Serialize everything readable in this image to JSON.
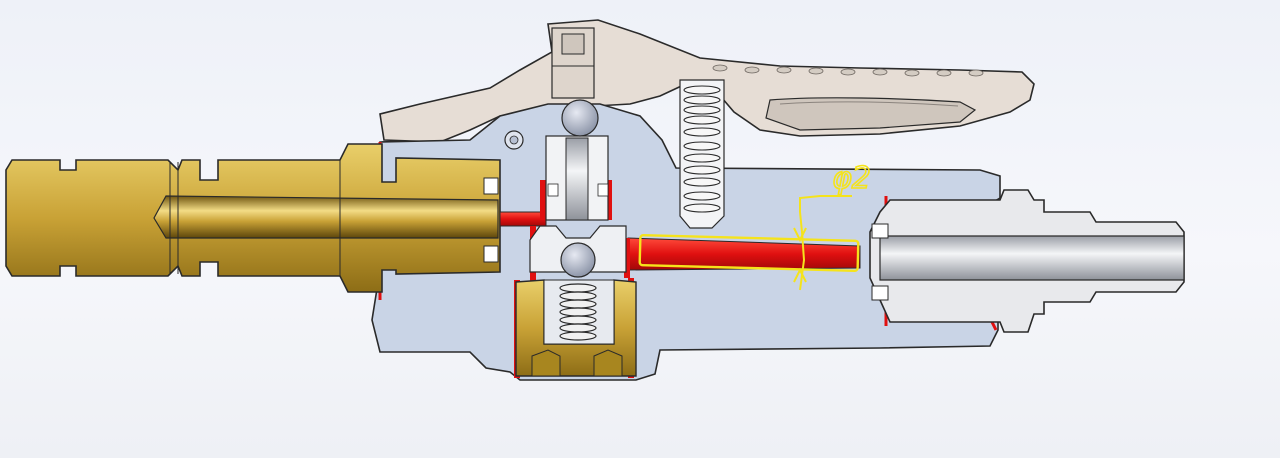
{
  "diagram": {
    "annotation": {
      "dimension_label": "φ2",
      "color": "#f5e31b"
    },
    "colors": {
      "brass": "#c9a236",
      "brass_dark": "#8a6a12",
      "body": "#c9d4e6",
      "lever": "#e6ddd5",
      "steel": "#e4e6ea",
      "channel": "#e01010",
      "outline": "#2a2a2a"
    },
    "parts": [
      "brass-inlet-fitting",
      "valve-body",
      "trigger-lever",
      "outlet-nozzle",
      "ball-valve",
      "seat-spring",
      "lever-return-spring",
      "flow-channel"
    ]
  }
}
